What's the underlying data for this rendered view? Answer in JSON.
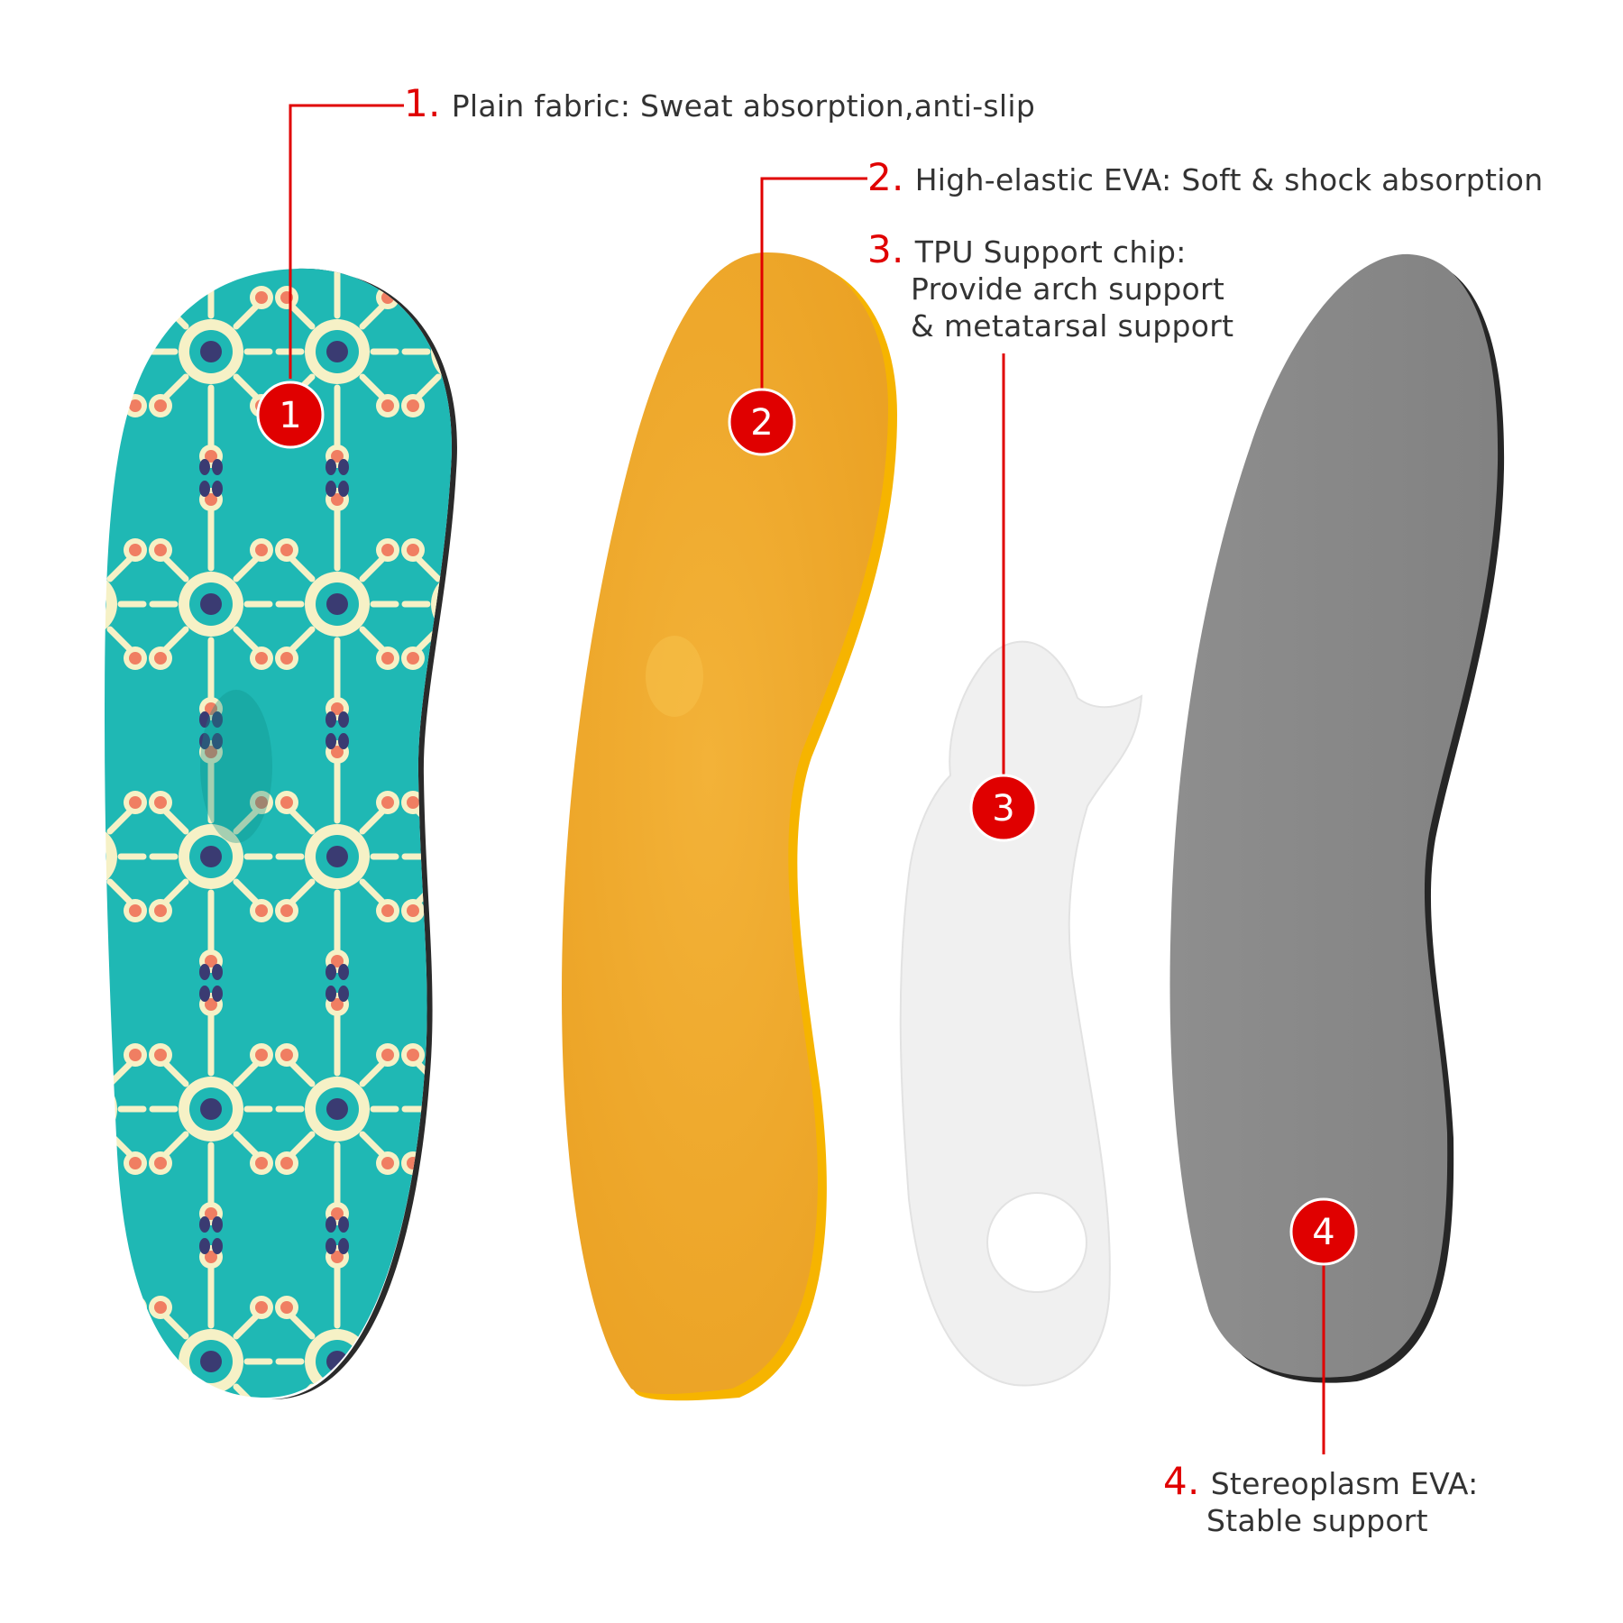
{
  "layers": [
    {
      "number": "1",
      "marker": "1",
      "num_label": "1.",
      "lines": [
        "Plain fabric: Sweat absorption,anti-slip"
      ]
    },
    {
      "number": "2",
      "marker": "2",
      "num_label": "2.",
      "lines": [
        "High-elastic EVA: Soft & shock absorption"
      ]
    },
    {
      "number": "3",
      "marker": "3",
      "num_label": "3.",
      "lines": [
        "TPU Support chip:",
        "Provide arch support",
        "& metatarsal support"
      ]
    },
    {
      "number": "4",
      "marker": "4",
      "num_label": "4.",
      "lines": [
        "Stereoplasm EVA:",
        "Stable support"
      ]
    }
  ],
  "colors": {
    "accent_red": "#e00000",
    "fabric_teal": "#1fb8b4",
    "pattern_cream": "#f6f1c6",
    "pattern_coral": "#f07e62",
    "pattern_navy": "#3a3b72",
    "eva_orange": "#f0a92c",
    "tpu_white": "#f2f2f2",
    "base_gray": "#8a8a8a"
  }
}
